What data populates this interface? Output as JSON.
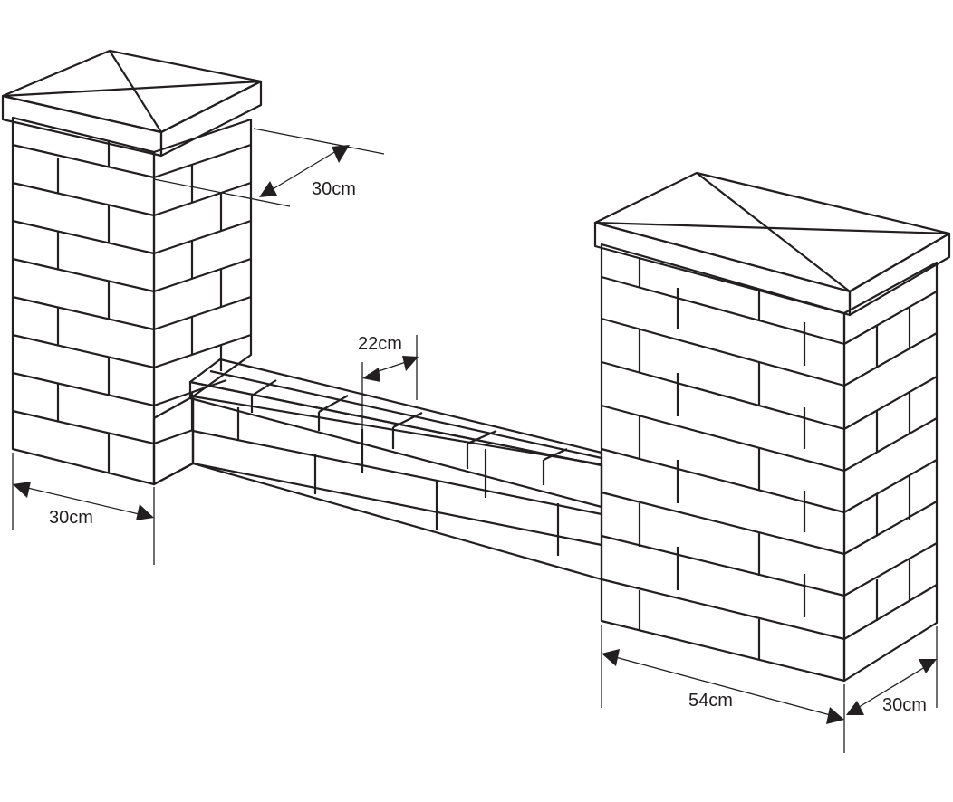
{
  "diagram": {
    "colors": {
      "brick_face": "#eeeeee",
      "brick_side": "#e6e6e6",
      "cap_top": "#b3b3b3",
      "cap_edge": "#a6a6a6",
      "line": "#231f20"
    },
    "dimensions": {
      "left_pillar_width": "30cm",
      "left_pillar_depth": "30cm",
      "wall_thickness": "22cm",
      "right_pillar_width": "54cm",
      "right_pillar_depth": "30cm"
    }
  }
}
